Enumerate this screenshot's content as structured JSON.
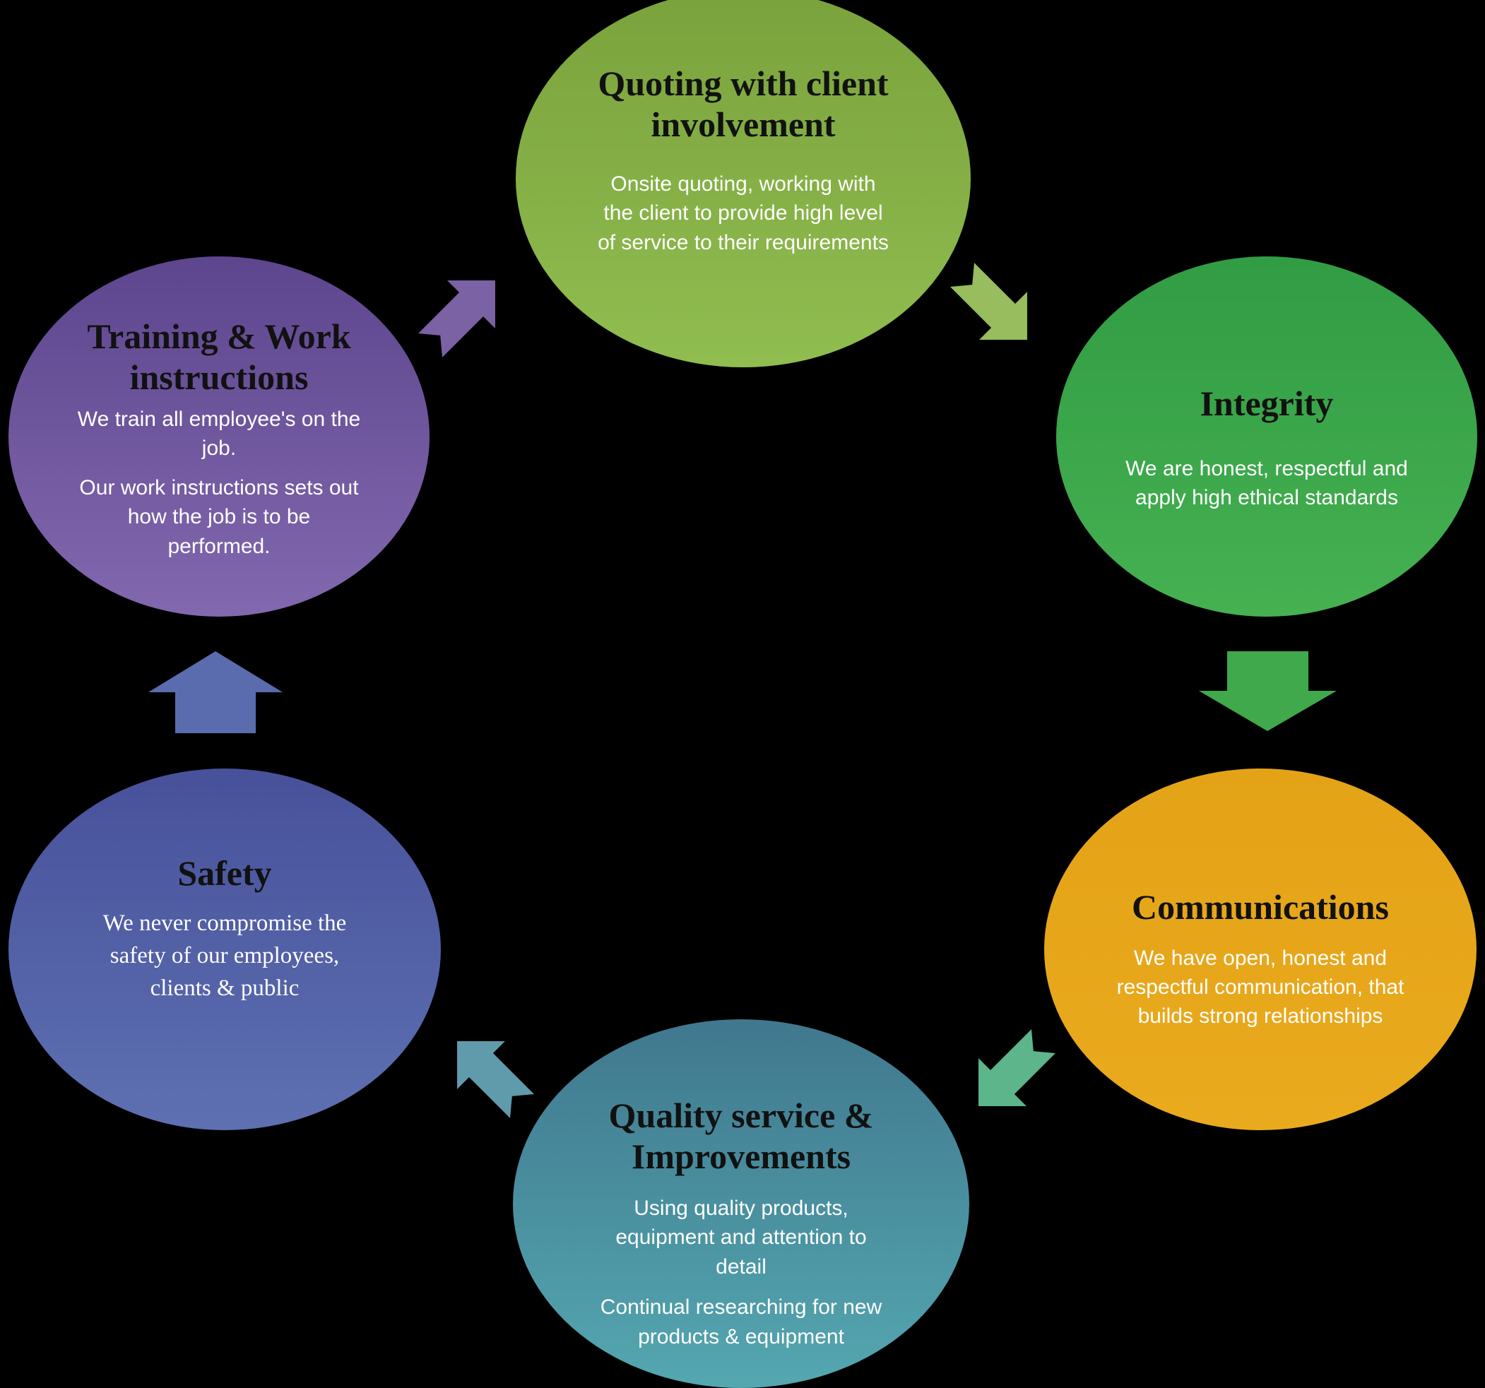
{
  "diagram": {
    "background": "#000000",
    "title_color": "#111111",
    "body_color": "#ffffff"
  },
  "nodes": {
    "quoting": {
      "title": "Quoting with client\ninvolvement",
      "body": "Onsite quoting, working with\nthe client to provide high level\nof service to their requirements",
      "fill_top": "#7AA23C",
      "fill_bottom": "#90BD50"
    },
    "integrity": {
      "title": "Integrity",
      "body": "We are honest, respectful and\napply high ethical standards",
      "fill_top": "#319C44",
      "fill_bottom": "#45B151"
    },
    "communications": {
      "title": "Communications",
      "body": "We have open, honest and\nrespectful communication, that\nbuilds strong relationships",
      "fill_top": "#E4A317",
      "fill_bottom": "#EAAA1E"
    },
    "quality": {
      "title": "Quality service &\nImprovements",
      "body": "Using quality products,\nequipment and attention to\ndetail",
      "body2": "Continual researching for new\nproducts & equipment",
      "fill_top": "#40788E",
      "fill_bottom": "#54A7B0"
    },
    "safety": {
      "title": "Safety",
      "body": "We never compromise the\nsafety of our employees,\nclients & public",
      "fill_top": "#47519A",
      "fill_bottom": "#5E70B2"
    },
    "training": {
      "title": "Training & Work\ninstructions",
      "body": "We train all employee's on the\njob.",
      "body2": "Our work instructions sets out\nhow the job is to be\nperformed.",
      "fill_top": "#5D468E",
      "fill_bottom": "#8268AE"
    }
  },
  "arrows": {
    "training_to_quoting": {
      "direction": "up-right",
      "color": "#7A62A5"
    },
    "quoting_to_integrity": {
      "direction": "down-right",
      "color": "#97BD5E"
    },
    "integrity_to_communications": {
      "direction": "down",
      "color": "#3FA94C"
    },
    "communications_to_quality": {
      "direction": "down-left",
      "color": "#5CB58B"
    },
    "quality_to_safety": {
      "direction": "up-left",
      "color": "#5F9BAB"
    },
    "safety_to_training": {
      "direction": "up",
      "color": "#5B6CAE"
    }
  }
}
